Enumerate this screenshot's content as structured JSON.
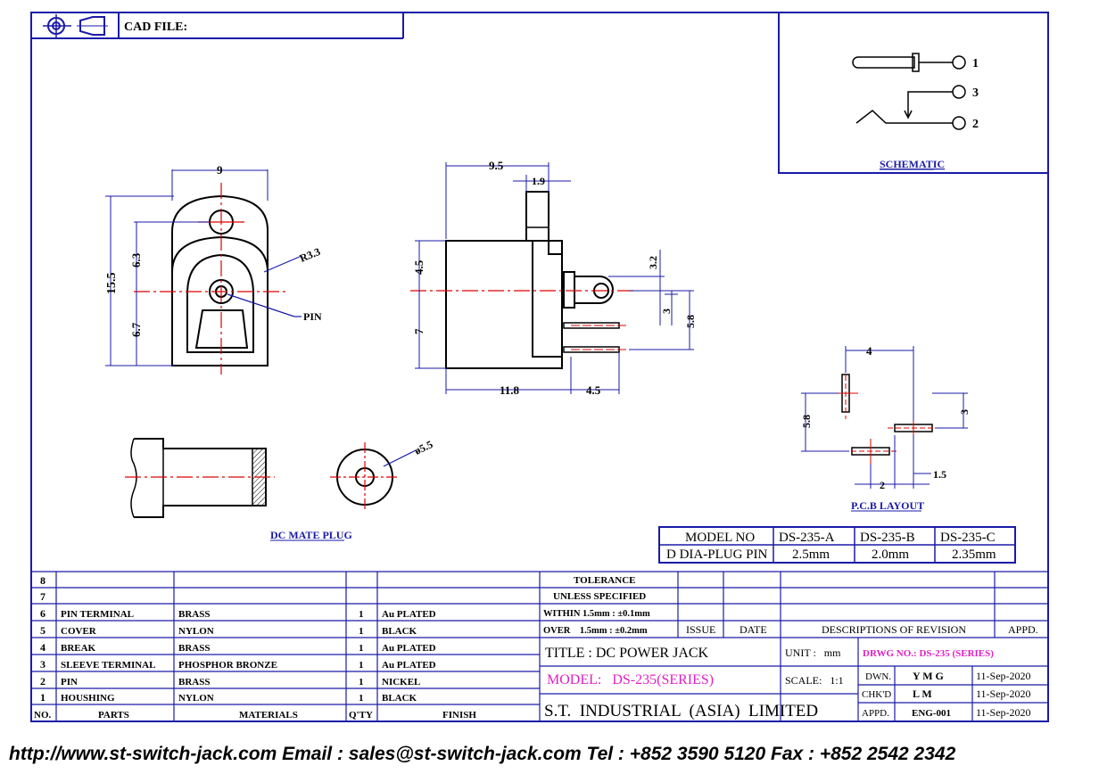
{
  "header": {
    "cad_file_label": "CAD FILE:"
  },
  "schematic": {
    "pin1": "1",
    "pin2": "2",
    "pin3": "3",
    "title": "SCHEMATIC"
  },
  "front_view": {
    "dim_width": "9",
    "dim_height": "15.5",
    "dim_upper": "6.3",
    "dim_lower": "6.7",
    "radius": "R3.3",
    "pin_label": "PIN"
  },
  "side_view": {
    "dim_overall": "9.5",
    "dim_tab": "1.9",
    "dim_upper": "4.5",
    "dim_lower": "7",
    "dim_body": "11.8",
    "dim_pin": "4.5",
    "dim_32": "3.2",
    "dim_3": "3",
    "dim_58": "5.8"
  },
  "pcb": {
    "title": "P.C.B LAYOUT",
    "dim_4": "4",
    "dim_58": "5.8",
    "dim_3": "3",
    "dim_2": "2",
    "dim_15": "1.5"
  },
  "mate_plug": {
    "title": "DC MATE PLUG",
    "dia": "ø5.5"
  },
  "model_table": {
    "h0": "MODEL NO",
    "h1": "DS-235-A",
    "h2": "DS-235-B",
    "h3": "DS-235-C",
    "r0": "D DIA-PLUG PIN",
    "r1": "2.5mm",
    "r2": "2.0mm",
    "r3": "2.35mm"
  },
  "bom": {
    "rows": [
      {
        "no": "8",
        "part": "",
        "mat": "",
        "qty": "",
        "finish": ""
      },
      {
        "no": "7",
        "part": "",
        "mat": "",
        "qty": "",
        "finish": ""
      },
      {
        "no": "6",
        "part": "PIN TERMINAL",
        "mat": "BRASS",
        "qty": "1",
        "finish": "Au PLATED"
      },
      {
        "no": "5",
        "part": "COVER",
        "mat": "NYLON",
        "qty": "1",
        "finish": "BLACK"
      },
      {
        "no": "4",
        "part": "BREAK",
        "mat": "BRASS",
        "qty": "1",
        "finish": "Au PLATED"
      },
      {
        "no": "3",
        "part": "SLEEVE TERMINAL",
        "mat": "PHOSPHOR BRONZE",
        "qty": "1",
        "finish": "Au PLATED"
      },
      {
        "no": "2",
        "part": "PIN",
        "mat": "BRASS",
        "qty": "1",
        "finish": "NICKEL"
      },
      {
        "no": "1",
        "part": "HOUSHING",
        "mat": "NYLON",
        "qty": "1",
        "finish": "BLACK"
      }
    ],
    "hdr_no": "NO.",
    "hdr_parts": "PARTS",
    "hdr_mat": "MATERIALS",
    "hdr_qty": "Q'TY",
    "hdr_finish": "FINISH"
  },
  "title_block": {
    "tol1": "TOLERANCE",
    "tol2": "UNLESS  SPECIFIED",
    "within": "WITHIN  1.5mm : ±0.1mm",
    "over": "OVER    1.5mm : ±0.2mm",
    "issue": "ISSUE",
    "date": "DATE",
    "desc": "DESCRIPTIONS  OF  REVISION",
    "appd": "APPD.",
    "title": "TITLE : DC POWER JACK",
    "unit": "UNIT :   mm",
    "drwg": "DRWG NO.: DS-235 (SERIES)",
    "model": "MODEL:   DS-235(SERIES)",
    "scale": "SCALE:   1:1",
    "dwn": "DWN.",
    "dwn_v": "Y M G",
    "dwn_d": "11-Sep-2020",
    "chkd": "CHK'D",
    "chkd_v": "L M",
    "chkd_d": "11-Sep-2020",
    "appd2": "APPD.",
    "appd_v": "ENG-001",
    "appd_d": "11-Sep-2020",
    "company": "S.T.  INDUSTRIAL  (ASIA)  LIMITED"
  },
  "footer": {
    "contact": "http://www.st-switch-jack.com  Email : sales@st-switch-jack.com  Tel : +852 3590 5120  Fax : +852 2542 2342"
  },
  "colors": {
    "line": "#1a1aa8",
    "center": "#e00000",
    "magenta": "#e020c0",
    "ink": "#000000"
  }
}
